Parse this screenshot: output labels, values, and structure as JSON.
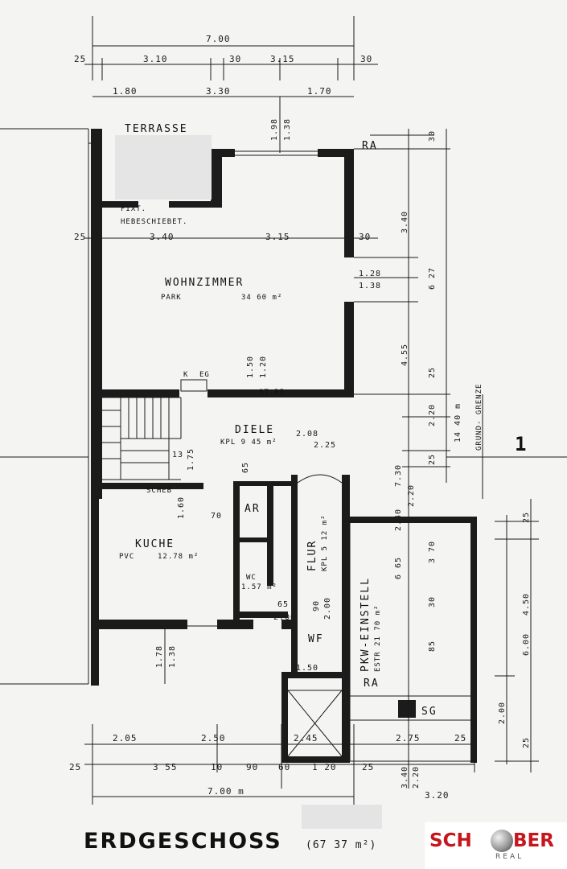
{
  "plan": {
    "title": "ERDGESCHOSS",
    "total_area": "(67 37 m²)",
    "section_marker": "1",
    "rooms": {
      "terrace": "TERRASSE",
      "living": "WOHNZIMMER",
      "living_floor": "PARK",
      "living_area": "34 60 m²",
      "hall": "DIELE",
      "hall_detail": "KPL 9 45 m²",
      "kitchen": "KUCHE",
      "kitchen_floor": "PVC",
      "kitchen_area": "12.78 m²",
      "storage": "AR",
      "wc": "WC",
      "wc_area": "1.57 m²",
      "corridor": "FLUR",
      "corridor_detail": "KPL 5 12 m²",
      "carport": "PKW-EINSTELL",
      "carport_detail": "ESTR 21 70 m²",
      "wf": "WF",
      "sg": "SG",
      "ra_top": "RA",
      "ra_bottom": "RA",
      "ke": "K",
      "eg": "EG",
      "stair_up": "ST.RI",
      "schacht": "SCHEB",
      "window_note": "FIXT.",
      "window_note2": "HEBESCHIEBET.",
      "grenze": "GRUND- GRENZE"
    },
    "dims_top": {
      "overall": "7.00",
      "r1_left": "25",
      "r1_a": "3.10",
      "r1_b": "30",
      "r1_c": "3.15",
      "r1_right": "30",
      "r2_a": "1.80",
      "r2_b": "3.30",
      "r2_c": "1.70",
      "mid_left": "25",
      "mid_a": "3.40",
      "mid_b": "3.15",
      "mid_right": "30",
      "v_198": "1.98",
      "v_138": "1.38",
      "v_30": "30"
    },
    "dims_right": {
      "v_340": "3.40",
      "v_128": "1.28",
      "v_138": "1.38",
      "v_627": "6 27",
      "v_455": "4.55",
      "v_25a": "25",
      "v_220": "2.20",
      "v_25b": "25",
      "v_1440": "14 40 m",
      "v_730": "7.30",
      "v_240": "2.40",
      "v_220b": "2.20",
      "v_665": "6 65",
      "v_370": "3 70",
      "v_30": "30",
      "v_85": "85",
      "v_450": "4.50",
      "v_600": "6.00",
      "v_200": "2.00",
      "v_25c": "25",
      "v_25d": "25",
      "v_225": "2.25",
      "v_208": "2.08",
      "v_150": "1.50",
      "v_120": "1.20",
      "stair_175": "1.75"
    },
    "dims_bottom": {
      "b1_a": "2.05",
      "b1_b": "2.50",
      "b1_c": "2.45",
      "b1_d": "2.75",
      "b1_e": "25",
      "b2_left": "25",
      "b2_a": "3 55",
      "b2_b": "10",
      "b2_c": "90",
      "b2_d": "60",
      "b2_e": "1 20",
      "b2_f": "25",
      "overall": "7.00 m",
      "v_340": "3.40",
      "v_220": "2.20",
      "v_320": "3.20",
      "v_178": "1.78",
      "v_138": "1.38",
      "v_65": "65",
      "v_200": "2.00",
      "v_90": "90",
      "v_200b": "2.00",
      "v_150": "1.50",
      "v_160": "1.60",
      "v_65b": "65",
      "v_13": "13",
      "v_70": "70"
    }
  },
  "logo": {
    "left_text": "SCH",
    "right_text": "BER",
    "sub_text": "REAL",
    "brand_color": "#c4161c"
  }
}
